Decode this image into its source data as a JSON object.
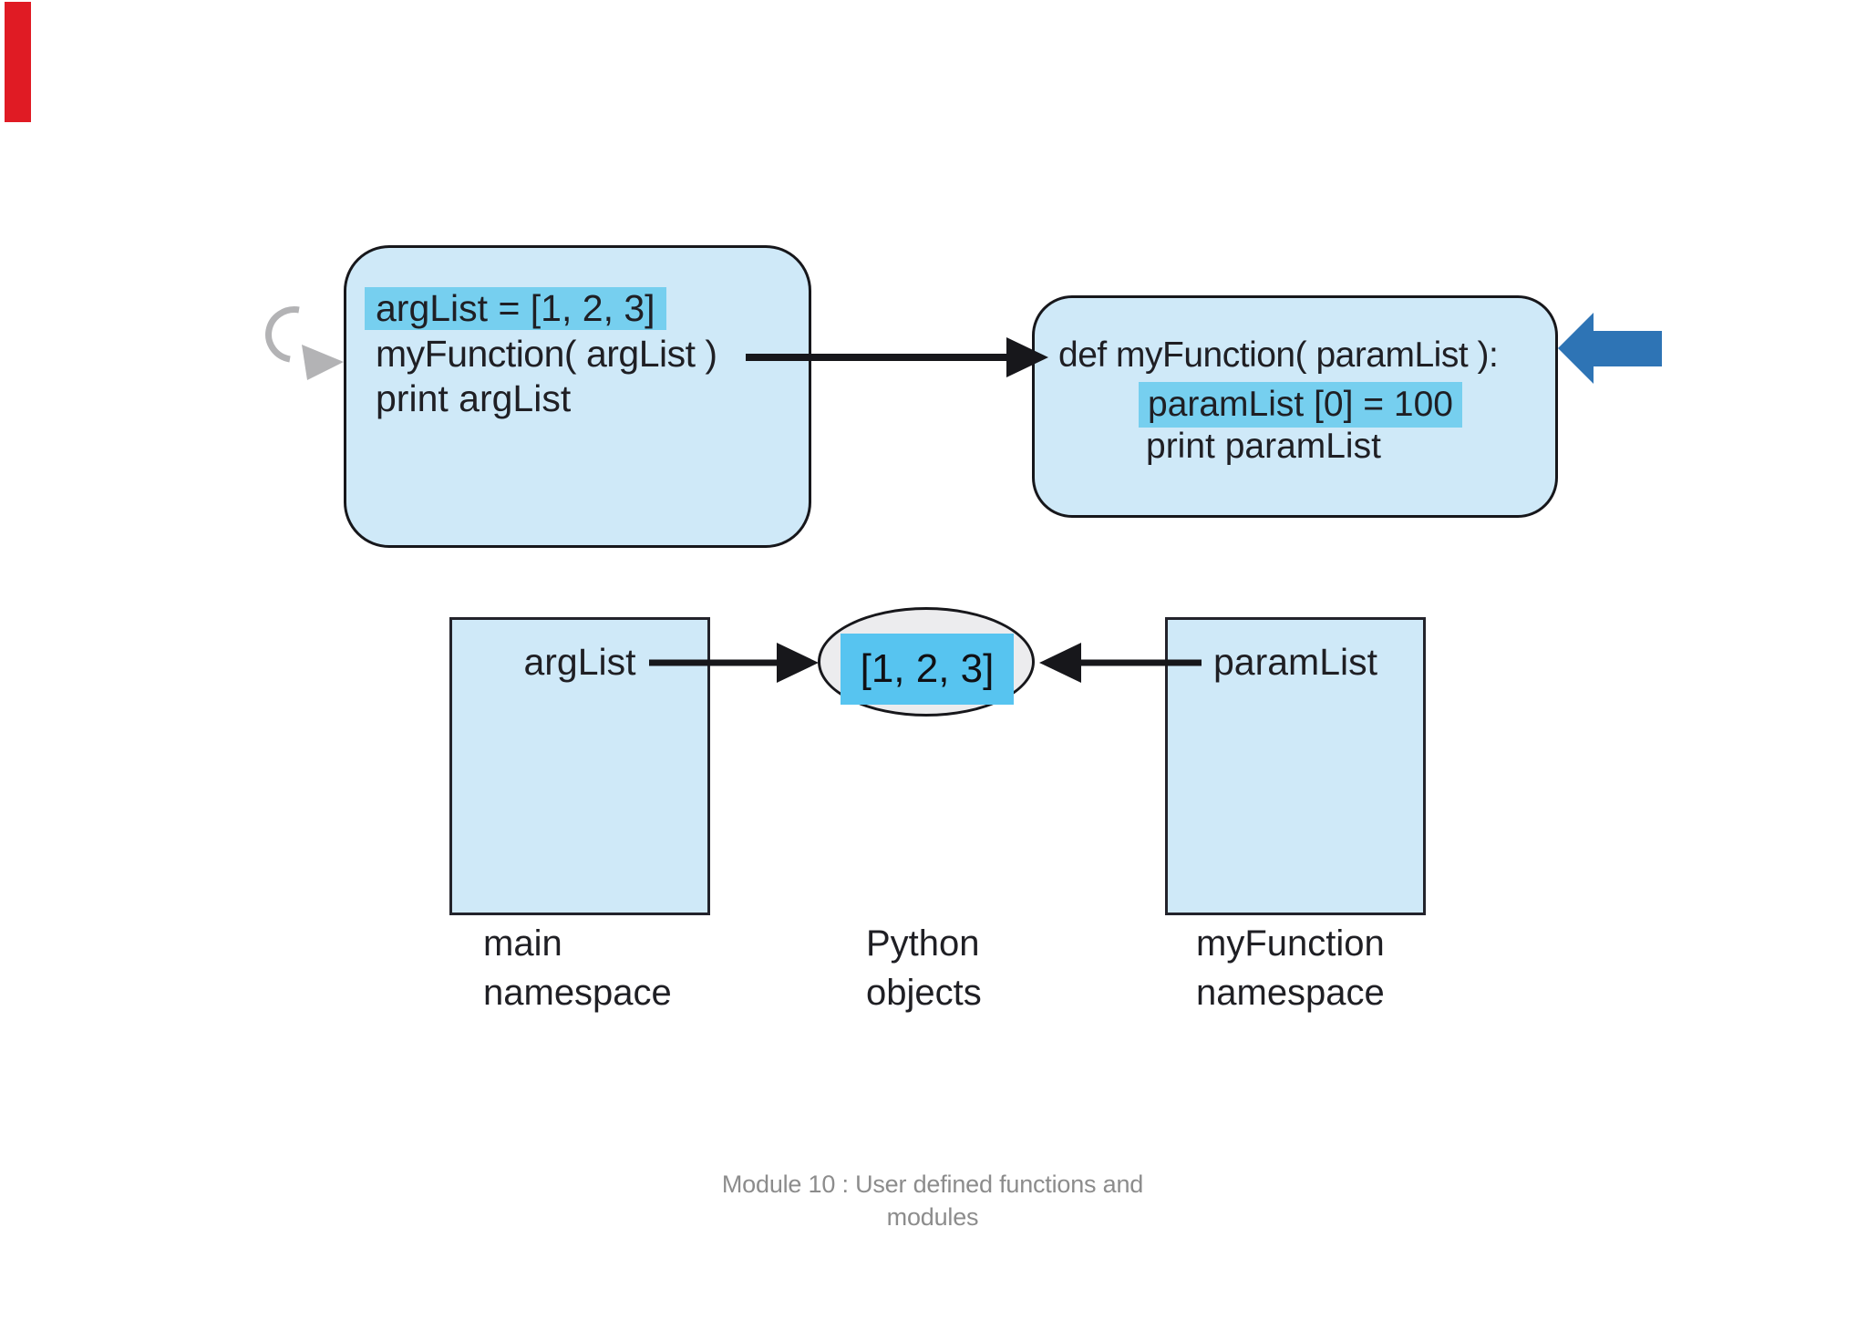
{
  "marker": {
    "note": "red annotation bar",
    "color": "#e01b24"
  },
  "code_box_main": {
    "line1": "argList = [1, 2, 3]",
    "line2": "myFunction( argList )",
    "line3": "print argList"
  },
  "code_box_function": {
    "line1": "def myFunction( paramList ):",
    "line2": "paramList [0] = 100",
    "line3": "print paramList"
  },
  "object_diagram": {
    "arg_var": "argList",
    "param_var": "paramList",
    "object_value": "[1, 2, 3]",
    "main_label": "main\nnamespace",
    "objects_label": "Python\nobjects",
    "function_label": "myFunction\nnamespace"
  },
  "caption": "Module 10 : User defined functions and\nmodules",
  "colors": {
    "box_fill": "#cfe9f8",
    "code_highlight": "#76cfef",
    "object_highlight": "#57c4f0",
    "ellipse_fill": "#ececee",
    "flow_arrow_black": "#17171b",
    "block_arrow_blue": "#2e74b5",
    "loop_arrow_gray": "#b3b3b5",
    "caption_gray": "#8c8c8c",
    "marker_red": "#e01b24"
  }
}
